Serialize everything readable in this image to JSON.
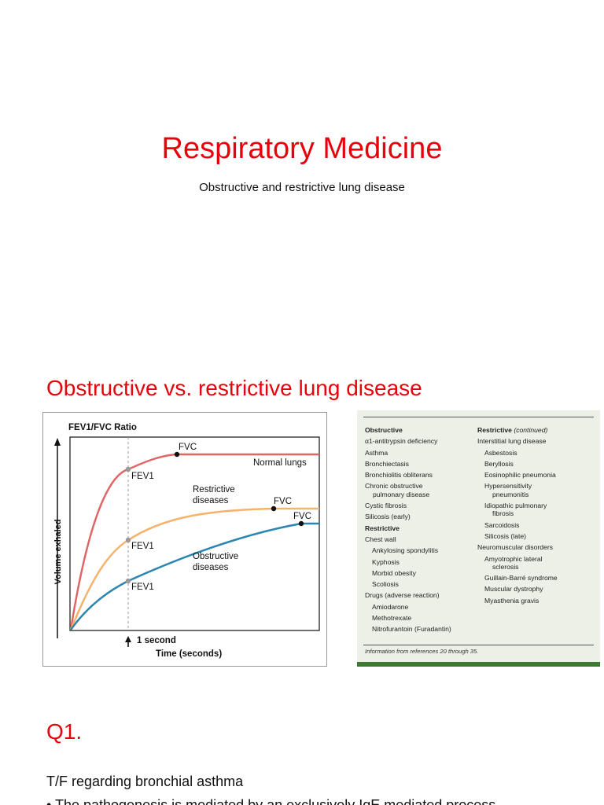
{
  "slide1": {
    "title": "Respiratory Medicine",
    "subtitle": "Obstructive and restrictive lung disease"
  },
  "slide2": {
    "title": "Obstructive vs. restrictive lung disease",
    "chart": {
      "title": "FEV1/FVC Ratio",
      "ylabel": "Volume exhaled",
      "xlabel": "Time (seconds)",
      "marker_label": "1 second",
      "labels": {
        "normal": "Normal lungs",
        "restrictive_1": "Restrictive",
        "restrictive_2": "diseases",
        "obstructive_1": "Obstructive",
        "obstructive_2": "diseases",
        "fvc_normal": "FVC",
        "fvc_restrictive": "FVC",
        "fvc_obstructive": "FVC",
        "fev1_normal": "FEV1",
        "fev1_restrictive": "FEV1",
        "fev1_obstructive": "FEV1"
      },
      "colors": {
        "normal": "#e06666",
        "restrictive": "#f6b26b",
        "obstructive": "#2b86b2",
        "marker": "#999999"
      }
    },
    "table": {
      "left": [
        {
          "text": "Obstructive",
          "style": "head"
        },
        {
          "text": "α1-antitrypsin deficiency",
          "style": ""
        },
        {
          "text": "Asthma",
          "style": ""
        },
        {
          "text": "Bronchiectasis",
          "style": ""
        },
        {
          "text": "Bronchiolitis obliterans",
          "style": ""
        },
        {
          "text": "Chronic obstructive",
          "style": ""
        },
        {
          "text": "pulmonary disease",
          "style": "wrap2"
        },
        {
          "text": "Cystic fibrosis",
          "style": ""
        },
        {
          "text": "Silicosis (early)",
          "style": ""
        },
        {
          "text": "Restrictive",
          "style": "head"
        },
        {
          "text": "Chest wall",
          "style": ""
        },
        {
          "text": "Ankylosing spondylitis",
          "style": "indent"
        },
        {
          "text": "Kyphosis",
          "style": "indent"
        },
        {
          "text": "Morbid obesity",
          "style": "indent"
        },
        {
          "text": "Scoliosis",
          "style": "indent"
        },
        {
          "text": "Drugs (adverse reaction)",
          "style": ""
        },
        {
          "text": "Amiodarone",
          "style": "indent"
        },
        {
          "text": "Methotrexate",
          "style": "indent"
        },
        {
          "text": "Nitrofurantoin (Furadantin)",
          "style": "indent"
        }
      ],
      "right_head": "Restrictive",
      "right_head_cont": "(continued)",
      "right": [
        {
          "text": "Interstitial lung disease",
          "style": ""
        },
        {
          "text": "Asbestosis",
          "style": "indent"
        },
        {
          "text": "Beryllosis",
          "style": "indent"
        },
        {
          "text": "Eosinophilic pneumonia",
          "style": "indent"
        },
        {
          "text": "Hypersensitivity",
          "style": "indent"
        },
        {
          "text": "pneumonitis",
          "style": "indent wrap2"
        },
        {
          "text": "Idiopathic pulmonary",
          "style": "indent"
        },
        {
          "text": "fibrosis",
          "style": "indent wrap2"
        },
        {
          "text": "Sarcoidosis",
          "style": "indent"
        },
        {
          "text": "Silicosis (late)",
          "style": "indent"
        },
        {
          "text": "Neuromuscular disorders",
          "style": ""
        },
        {
          "text": "Amyotrophic lateral",
          "style": "indent"
        },
        {
          "text": "sclerosis",
          "style": "indent wrap2"
        },
        {
          "text": "Guillain-Barré syndrome",
          "style": "indent"
        },
        {
          "text": "Muscular dystrophy",
          "style": "indent"
        },
        {
          "text": "Myasthenia gravis",
          "style": "indent"
        }
      ],
      "footnote": "Information from references 20 through 35."
    }
  },
  "slide3": {
    "title": "Q1.",
    "statement": "T/F regarding bronchial asthma",
    "bullet": "• The pathogenesis is mediated by an exclusively IgE mediated process"
  }
}
